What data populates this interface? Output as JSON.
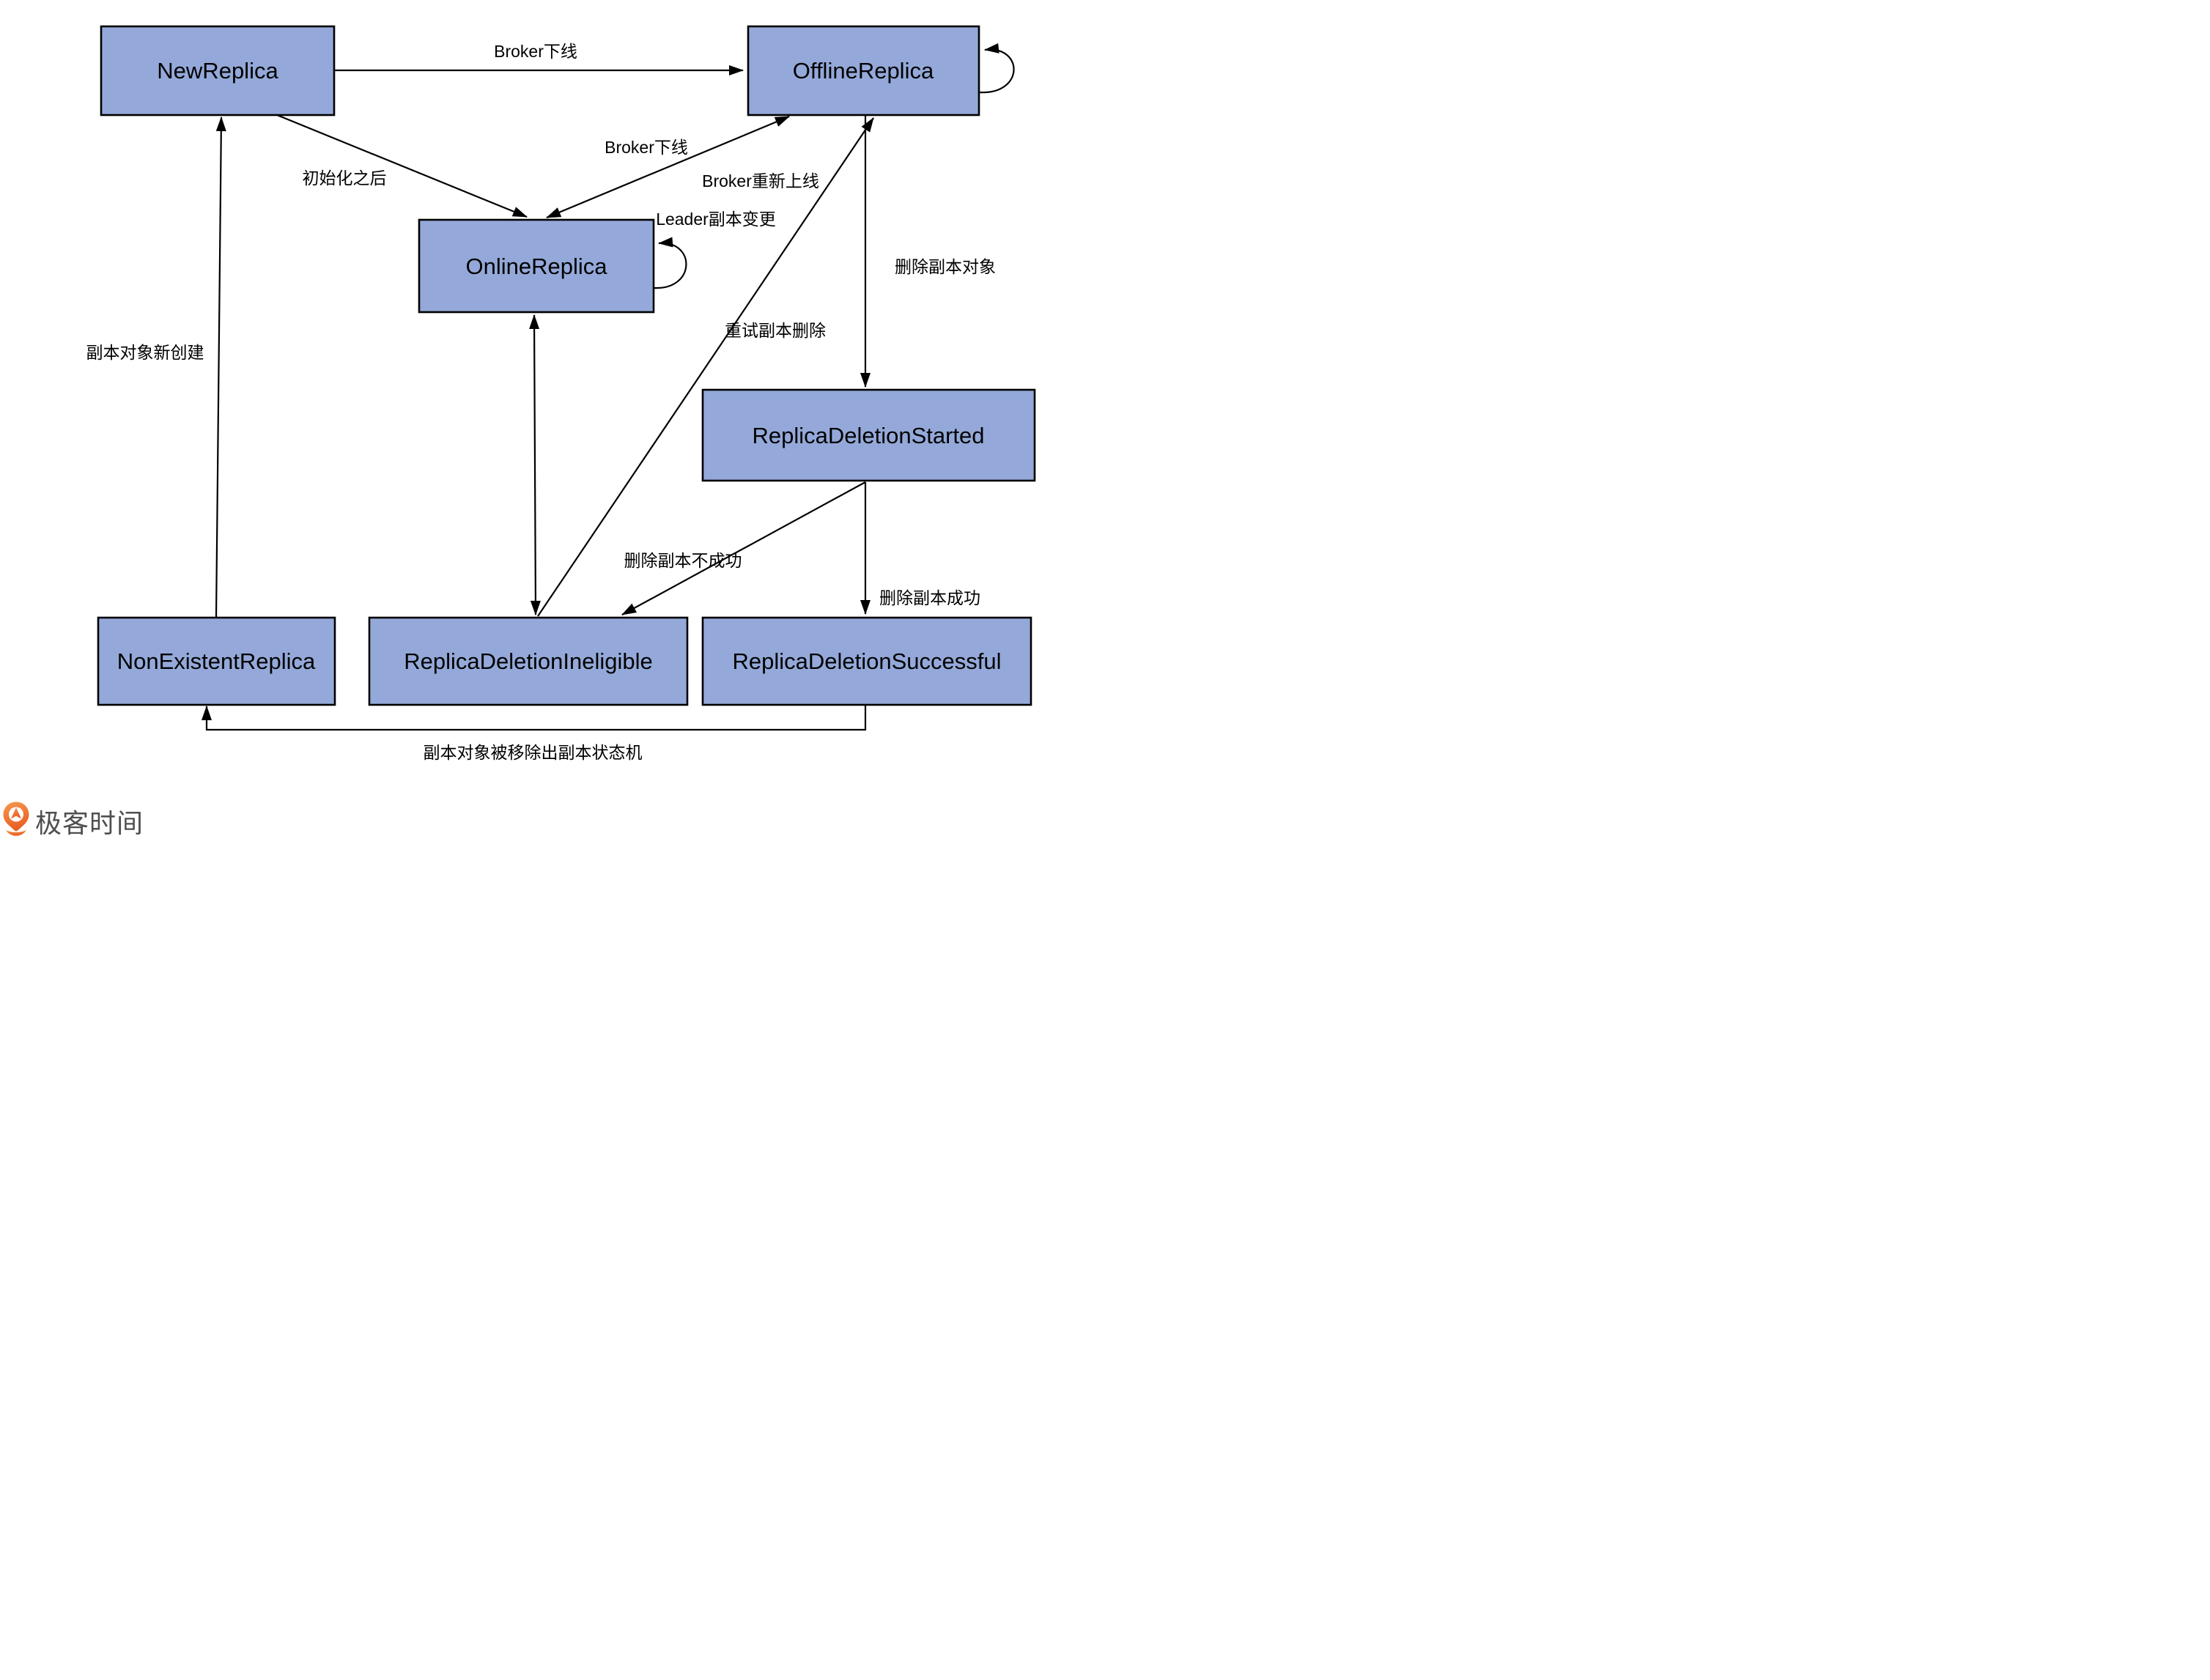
{
  "diagram": {
    "states": {
      "new": {
        "label": "NewReplica"
      },
      "offline": {
        "label": "OfflineReplica"
      },
      "online": {
        "label": "OnlineReplica"
      },
      "deletion_started": {
        "label": "ReplicaDeletionStarted"
      },
      "non_existent": {
        "label": "NonExistentReplica"
      },
      "deletion_ineligible": {
        "label": "ReplicaDeletionIneligible"
      },
      "deletion_successful": {
        "label": "ReplicaDeletionSuccessful"
      }
    },
    "transitions": {
      "new_to_offline": {
        "label": "Broker下线"
      },
      "new_to_online": {
        "label": "初始化之后"
      },
      "online_to_offline": {
        "label": "Broker下线"
      },
      "offline_to_online": {
        "label": "Broker重新上线"
      },
      "online_self": {
        "label": "Leader副本变更"
      },
      "offline_to_started": {
        "label": "删除副本对象"
      },
      "ineligible_to_offline": {
        "label": "重试副本删除"
      },
      "started_to_ineligible": {
        "label": "删除副本不成功"
      },
      "started_to_successful": {
        "label": "删除副本成功"
      },
      "non_existent_to_new": {
        "label": "副本对象新创建"
      },
      "successful_to_non_existent": {
        "label": "副本对象被移除出副本状态机"
      }
    },
    "colors": {
      "state_fill": "#94a9d9",
      "state_border": "#000000",
      "arrow": "#000000",
      "brand_orange_light": "#f69a4d",
      "brand_orange_dark": "#e85f25",
      "brand_text_gray": "#4f4f4f"
    },
    "footer": {
      "brand": "极客时间"
    }
  }
}
